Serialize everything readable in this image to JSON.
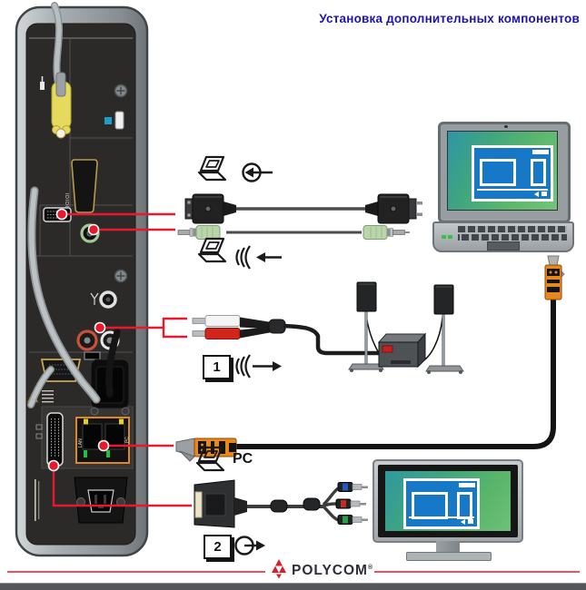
{
  "title": "Установка дополнительных компонентов",
  "panel": {
    "serial_port_label": "IOIOI",
    "lan_port_label": "LAN",
    "pc_port_label": "PC"
  },
  "steps": {
    "speakers_step": "1",
    "monitor_step": "2"
  },
  "labels": {
    "pc_connection": "PC"
  },
  "footer": {
    "brand": "POLYCOM",
    "registered_mark": "®"
  },
  "colors": {
    "title_blue": "#1c13b2",
    "callout_red": "#e8192c",
    "ethernet_orange": "#e8881c",
    "brand_red": "#d9202e",
    "screen_green": "#58b56a",
    "window_blue": "#1878c8"
  }
}
